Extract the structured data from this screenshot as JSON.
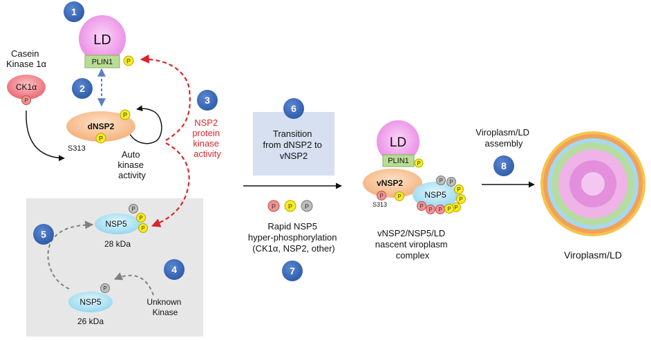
{
  "steps": [
    "1",
    "2",
    "3",
    "4",
    "5",
    "6",
    "7",
    "8"
  ],
  "labels": {
    "casein_kinase": [
      "Casein",
      "Kinase 1α"
    ],
    "ck1a": "CK1α",
    "ld": "LD",
    "plin1": "PLIN1",
    "dnsp2": "dNSP2",
    "s313": "S313",
    "auto_kinase": [
      "Auto",
      "kinase",
      "activity"
    ],
    "nsp2_kinase": [
      "NSP2",
      "protein",
      "kinase",
      "activity"
    ],
    "nsp5": "NSP5",
    "kda28": "28 kDa",
    "kda26": "26 kDa",
    "unknown_kinase": [
      "Unknown",
      "Kinase"
    ],
    "transition": [
      "Transition",
      "from dNSP2 to",
      "vNSP2"
    ],
    "rapid": [
      "Rapid NSP5",
      "hyper-phosphorylation",
      "(CK1α, NSP2, other)"
    ],
    "vnsp2": "vNSP2",
    "complex": [
      "vNSP2/NSP5/LD",
      "nascent viroplasm",
      "complex"
    ],
    "assembly": [
      "Viroplasm/LD",
      "assembly"
    ],
    "viroplasm": "Viroplasm/LD",
    "p": "P"
  },
  "colors": {
    "step_circle": "#3d6cb9",
    "red_arrow": "#d8262b",
    "blue_arrow": "#5b7fc7",
    "gray_arrow": "#7f7f7f",
    "ld": "#ee8fe8",
    "plin1": "#b9dc95",
    "nsp2": "#f9c08f",
    "nsp5": "#a9e2f3",
    "ck1a": "#ef7a83",
    "p_yellow": "#f7ec1e",
    "p_gray": "#bdbdbd",
    "p_pink": "#f29292",
    "panel": "#e7e7e7",
    "transition_box": "#d6e0f0"
  }
}
